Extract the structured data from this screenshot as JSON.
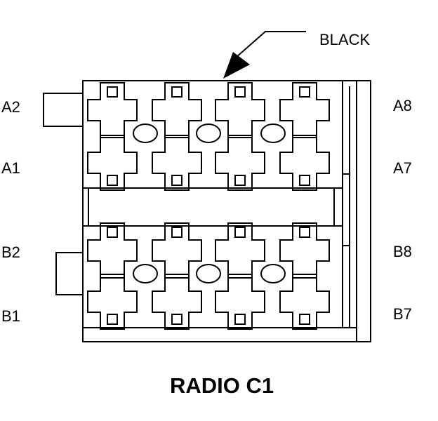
{
  "diagram": {
    "title": "RADIO C1",
    "callout": "BLACK",
    "pins": {
      "a2": "A2",
      "a1": "A1",
      "b2": "B2",
      "b1": "B1",
      "a8": "A8",
      "a7": "A7",
      "b8": "B8",
      "b7": "B7"
    }
  }
}
